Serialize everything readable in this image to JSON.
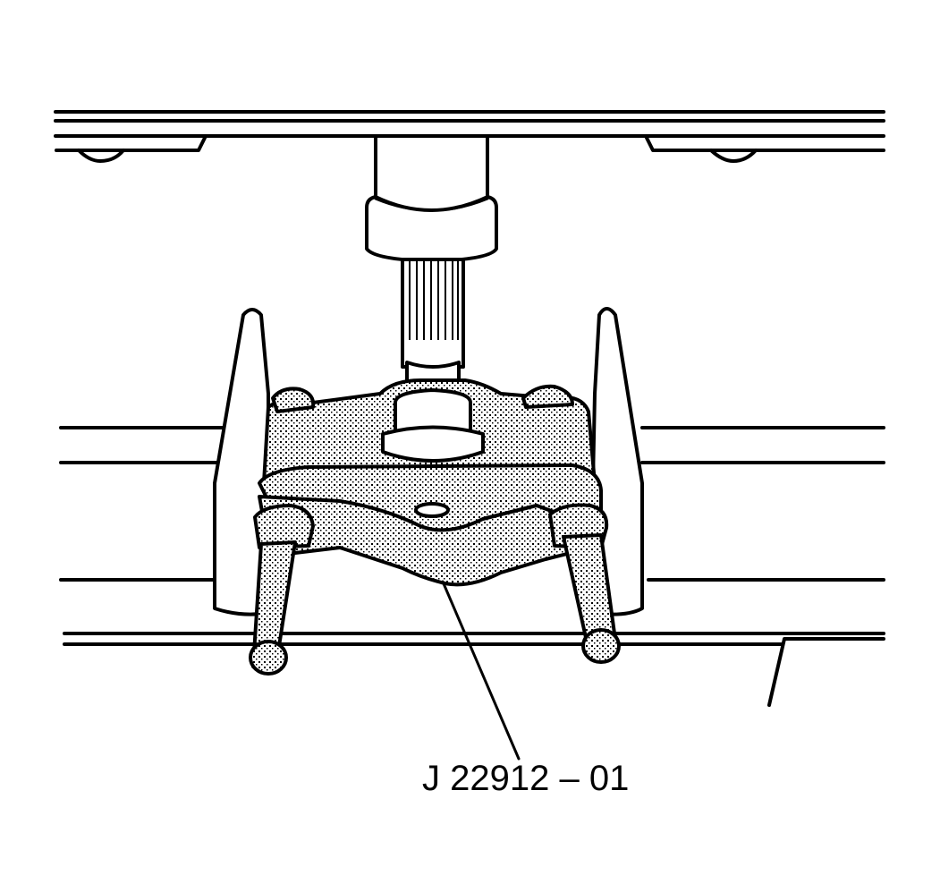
{
  "diagram": {
    "type": "technical-illustration",
    "subject": "Bearing/gear puller tool installed on a shaft",
    "callouts": [
      {
        "id": "tool-callout",
        "text": "J 22912 – 01"
      }
    ]
  }
}
